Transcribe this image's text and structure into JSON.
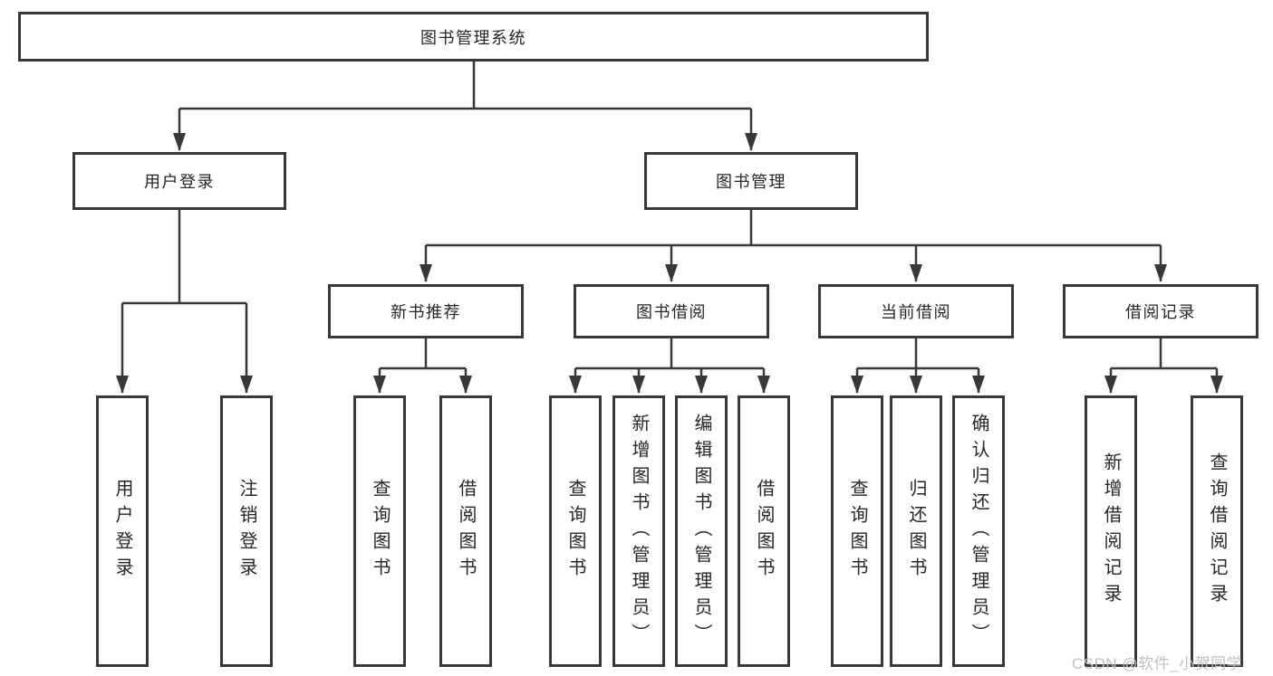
{
  "tree": {
    "label": "图书管理系统",
    "children": [
      {
        "label": "用户登录",
        "children": [
          {
            "label": "用户登录"
          },
          {
            "label": "注销登录"
          }
        ]
      },
      {
        "label": "图书管理",
        "children": [
          {
            "label": "新书推荐",
            "children": [
              {
                "label": "查询图书"
              },
              {
                "label": "借阅图书"
              }
            ]
          },
          {
            "label": "图书借阅",
            "children": [
              {
                "label": "查询图书"
              },
              {
                "label": "新增图书（管理员）"
              },
              {
                "label": "编辑图书（管理员）"
              },
              {
                "label": "借阅图书"
              }
            ]
          },
          {
            "label": "当前借阅",
            "children": [
              {
                "label": "查询图书"
              },
              {
                "label": "归还图书"
              },
              {
                "label": "确认归还（管理员）"
              }
            ]
          },
          {
            "label": "借阅记录",
            "children": [
              {
                "label": "新增借阅记录"
              },
              {
                "label": "查询借阅记录"
              }
            ]
          }
        ]
      }
    ]
  },
  "watermark": "CSDN @软件_小贺同学",
  "colors": {
    "line": "#383838",
    "text": "#262626",
    "watermark": "#c0c0c0",
    "bg": "#ffffff"
  }
}
